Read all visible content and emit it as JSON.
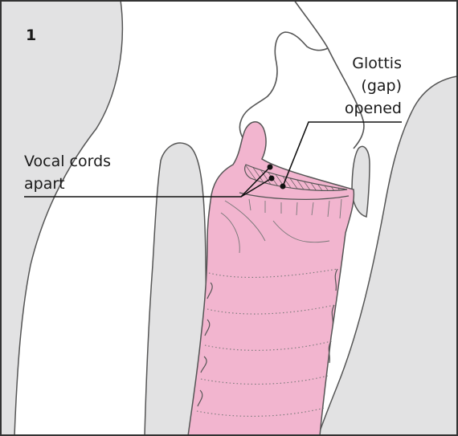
{
  "figure": {
    "panel_number": "1",
    "labels": {
      "glottis_line1": "Glottis",
      "glottis_line2": "(gap)",
      "glottis_line3": "opened",
      "vocal_line1": "Vocal cords",
      "vocal_line2": "apart"
    }
  },
  "colors": {
    "tissue_grey": "#e2e2e3",
    "tissue_pink": "#f2b5cf",
    "outline": "#555555",
    "border": "#333333"
  }
}
